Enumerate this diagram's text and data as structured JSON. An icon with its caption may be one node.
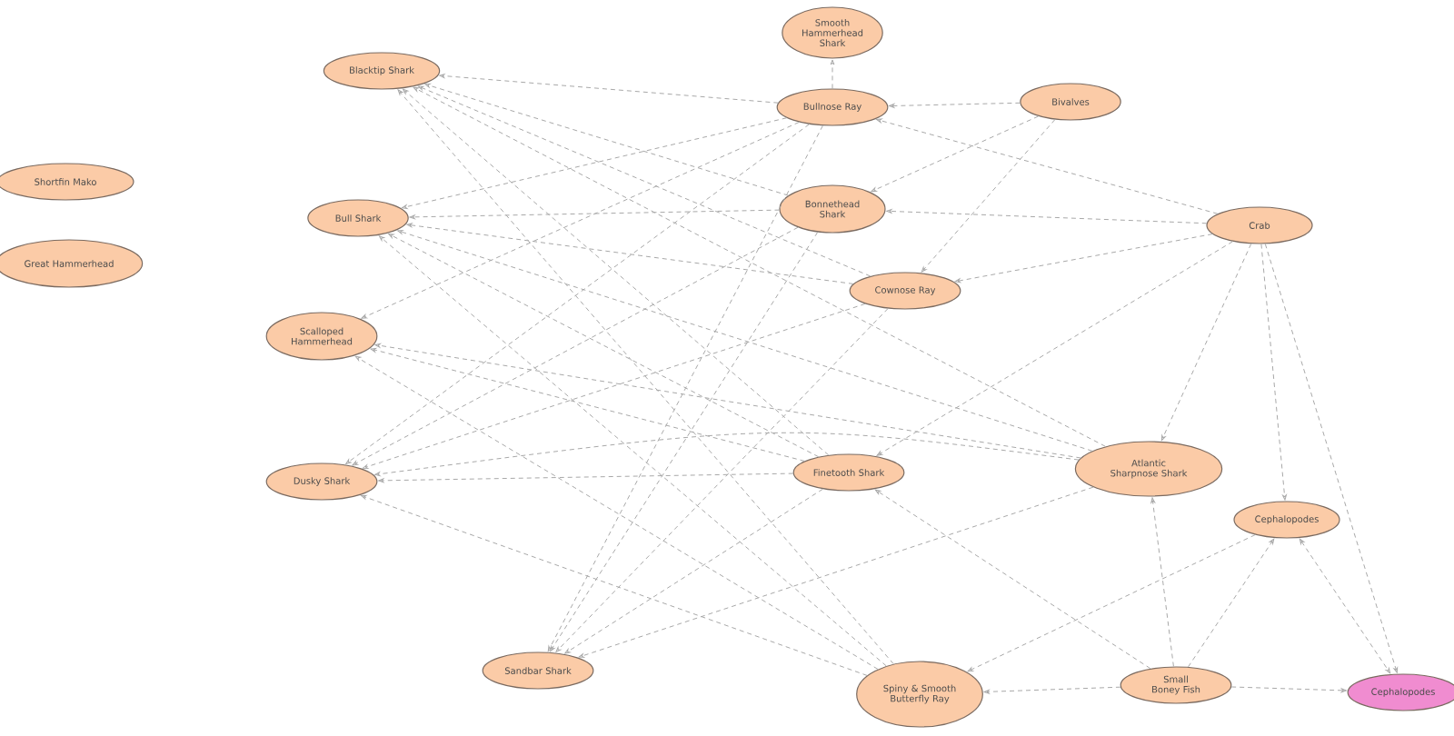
{
  "diagram": {
    "nodes": [
      {
        "text": [
          "Shortfin Mako"
        ]
      },
      {
        "text": [
          "Great Hammerhead"
        ]
      },
      {
        "text": [
          "Blacktip Shark"
        ]
      },
      {
        "text": [
          "Bull Shark"
        ]
      },
      {
        "text": [
          "Scalloped Hammerhead"
        ]
      },
      {
        "text": [
          "Dusky Shark"
        ]
      },
      {
        "text": [
          "Smooth Hammerhead Shark"
        ]
      },
      {
        "text": [
          "Bullnose Ray"
        ]
      },
      {
        "text": [
          "Bivalves"
        ]
      },
      {
        "text": [
          "Bonnethead Shark"
        ]
      },
      {
        "text": [
          "Cownose Ray"
        ]
      },
      {
        "text": [
          "Crab"
        ]
      },
      {
        "text": [
          "Finetooth Shark"
        ]
      },
      {
        "text": [
          "Atlantic Sharpnose Shark"
        ]
      },
      {
        "text": [
          "Cephalopodes"
        ]
      },
      {
        "text": [
          "Sandbar Shark"
        ]
      },
      {
        "text": [
          "Spiny & Smooth Butterfly Ray"
        ]
      },
      {
        "text": [
          "Small Boney Fish"
        ]
      },
      {
        "text": [
          "Cephalopodes"
        ]
      }
    ],
    "edges": [
      {
        "from": 7,
        "to": 6,
        "arrow": "to"
      },
      {
        "from": 8,
        "to": 7,
        "arrow": "to"
      },
      {
        "from": 8,
        "to": 9,
        "arrow": "to"
      },
      {
        "from": 8,
        "to": 10,
        "arrow": "to"
      },
      {
        "from": 11,
        "to": 7,
        "arrow": "to"
      },
      {
        "from": 11,
        "to": 9,
        "arrow": "to"
      },
      {
        "from": 11,
        "to": 10,
        "arrow": "to"
      },
      {
        "from": 11,
        "to": 12,
        "arrow": "to"
      },
      {
        "from": 11,
        "to": 13,
        "arrow": "to"
      },
      {
        "from": 11,
        "to": 14,
        "arrow": "to"
      },
      {
        "from": 11,
        "to": 18,
        "arrow": "to"
      },
      {
        "from": 17,
        "to": 16,
        "arrow": "to"
      },
      {
        "from": 17,
        "to": 13,
        "arrow": "to"
      },
      {
        "from": 17,
        "to": 14,
        "arrow": "to"
      },
      {
        "from": 17,
        "to": 18,
        "arrow": "to"
      },
      {
        "from": 17,
        "to": 12,
        "arrow": "to"
      },
      {
        "from": 14,
        "to": 16,
        "arrow": "to"
      },
      {
        "from": 14,
        "to": 18,
        "arrow": "both"
      },
      {
        "from": 7,
        "to": 2,
        "arrow": "to"
      },
      {
        "from": 9,
        "to": 2,
        "arrow": "to"
      },
      {
        "from": 10,
        "to": 2,
        "arrow": "to"
      },
      {
        "from": 12,
        "to": 2,
        "arrow": "to"
      },
      {
        "from": 13,
        "to": 2,
        "arrow": "to"
      },
      {
        "from": 16,
        "to": 2,
        "arrow": "to"
      },
      {
        "from": 7,
        "to": 3,
        "arrow": "to"
      },
      {
        "from": 9,
        "to": 3,
        "arrow": "to"
      },
      {
        "from": 10,
        "to": 3,
        "arrow": "to"
      },
      {
        "from": 12,
        "to": 3,
        "arrow": "to"
      },
      {
        "from": 13,
        "to": 3,
        "arrow": "to"
      },
      {
        "from": 16,
        "to": 3,
        "arrow": "to"
      },
      {
        "from": 7,
        "to": 4,
        "arrow": "to"
      },
      {
        "from": 12,
        "to": 4,
        "arrow": "to"
      },
      {
        "from": 13,
        "to": 4,
        "arrow": "to"
      },
      {
        "from": 16,
        "to": 4,
        "arrow": "to"
      },
      {
        "from": 7,
        "to": 5,
        "arrow": "to"
      },
      {
        "from": 9,
        "to": 5,
        "arrow": "to"
      },
      {
        "from": 10,
        "to": 5,
        "arrow": "to"
      },
      {
        "from": 12,
        "to": 5,
        "arrow": "to"
      },
      {
        "from": 13,
        "to": 5,
        "arrow": "to"
      },
      {
        "from": 16,
        "to": 5,
        "arrow": "to"
      },
      {
        "from": 7,
        "to": 15,
        "arrow": "to"
      },
      {
        "from": 9,
        "to": 15,
        "arrow": "to"
      },
      {
        "from": 10,
        "to": 15,
        "arrow": "to"
      },
      {
        "from": 12,
        "to": 15,
        "arrow": "to"
      },
      {
        "from": 13,
        "to": 15,
        "arrow": "to"
      }
    ]
  }
}
